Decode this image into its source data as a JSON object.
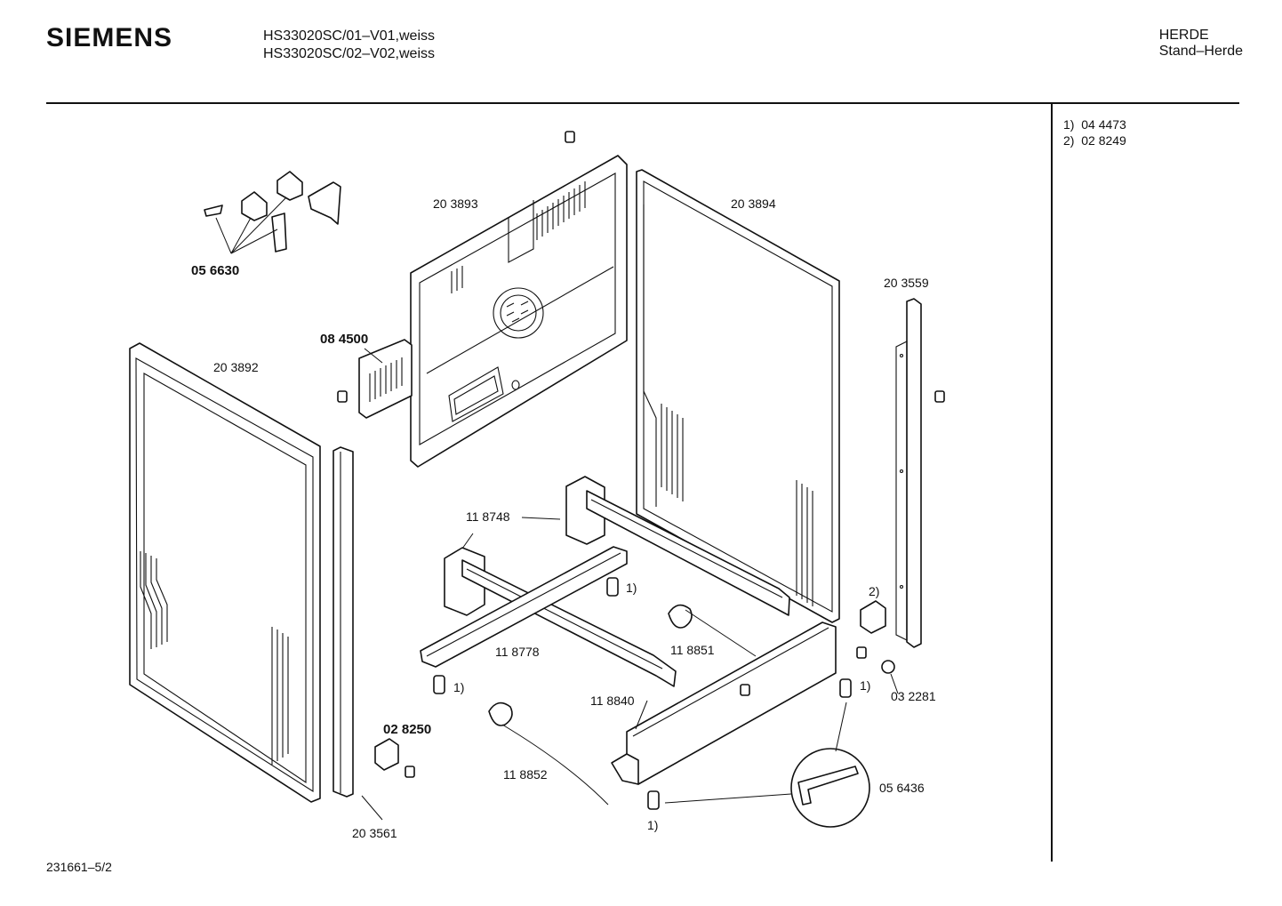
{
  "header": {
    "brand": "SIEMENS",
    "models": [
      "HS33020SC/01–V01,weiss",
      "HS33020SC/02–V02,weiss"
    ],
    "category": [
      "HERDE",
      "Stand–Herde"
    ]
  },
  "notes": [
    "1)  04 4473",
    "2)  02 8249"
  ],
  "footer": {
    "doc_number": "231661–5/2"
  },
  "parts": {
    "p056630": "05 6630",
    "p203893": "20 3893",
    "p203894": "20 3894",
    "p203559": "20 3559",
    "p084500": "08 4500",
    "p203892": "20 3892",
    "p118748": "11 8748",
    "p118778": "11 8778",
    "p118851": "11 8851",
    "p118840": "11 8840",
    "p028250": "02 8250",
    "p118852": "11 8852",
    "p203561": "20 3561",
    "p032281": "03 2281",
    "p056436": "05 6436",
    "ref1": "1)",
    "ref2": "2)"
  }
}
